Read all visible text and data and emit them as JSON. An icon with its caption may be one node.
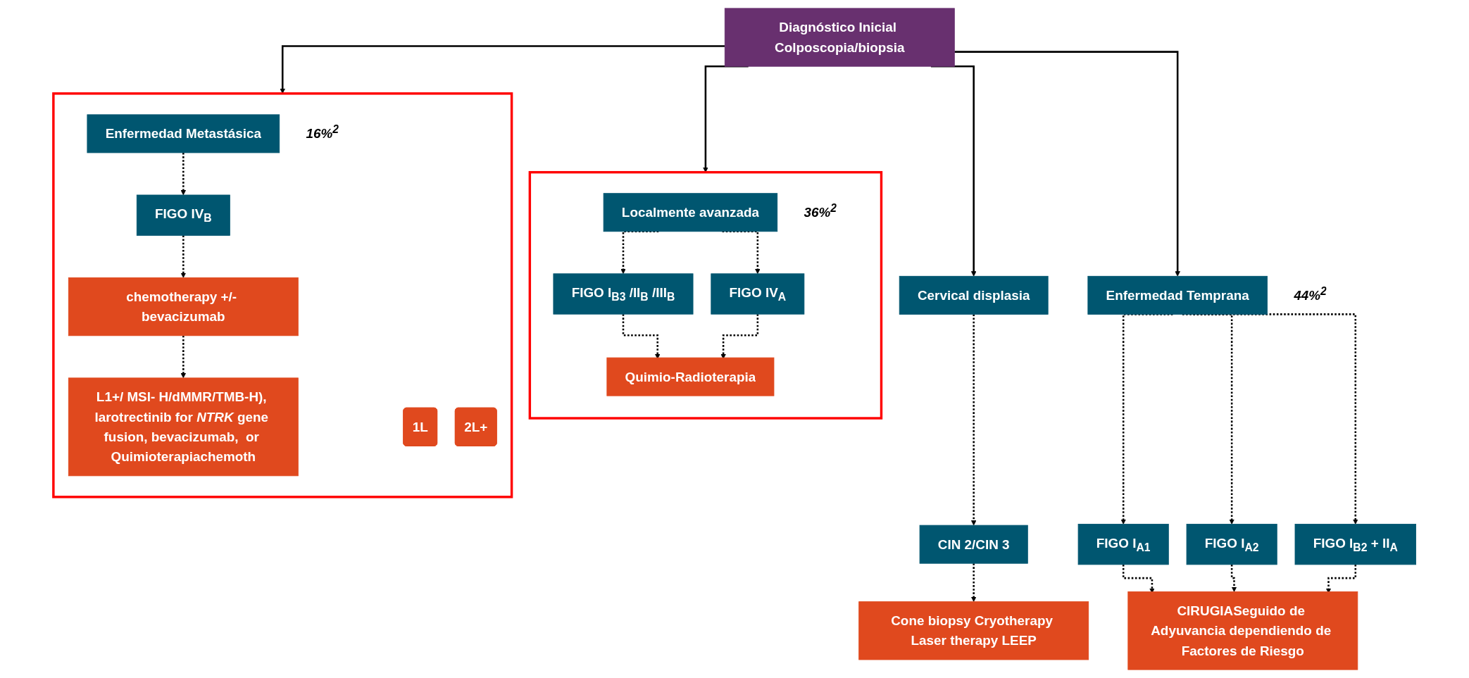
{
  "diagram": {
    "nodes": [
      {
        "text": [
          "Diagnóstico Inicial Colposcopia/biopsia"
        ]
      },
      {
        "text": [
          "Cervical displasia"
        ]
      },
      {
        "text": [
          "Enfermedad Temprana"
        ],
        "beside": [
          "*44%$^{2}$*"
        ]
      },
      {
        "text": [],
        "shape": "box"
      },
      {
        "text": [
          "Localmente avanzada"
        ],
        "in": 3,
        "beside": [
          "*36%$^{2}$*"
        ]
      },
      {
        "text": [],
        "shape": "box"
      },
      {
        "text": [
          "Enfermedad Metastásica"
        ],
        "in": 5,
        "beside": [
          "*16%$^{2}$*"
        ]
      },
      {
        "text": [
          "CIN 2/CIN 3"
        ]
      },
      {
        "text": [
          "FIGO I$_{A1}$"
        ]
      },
      {
        "text": [
          "FIGO I$_{A2}$"
        ]
      },
      {
        "text": [
          "FIGO I$_{B2}$ + II$_{A}$"
        ]
      },
      {
        "text": [
          "FIGO I$_{B3}$ /II$_{B}$ /III$_{B}$"
        ],
        "in": 3
      },
      {
        "text": [
          "FIGO IV$_{A}$"
        ],
        "in": 3
      },
      {
        "text": [
          "FIGO IV$_{B}$"
        ],
        "in": 5
      },
      {
        "text": [
          "Cone biopsy Cryotherapy Laser therapy LEEP"
        ]
      },
      {
        "text": [
          "CIRUGIASeguido de Adyuvancia dependiendo de Factores de Riesgo"
        ]
      },
      {
        "text": [
          "Quimio-Radioterapia"
        ],
        "in": 3
      },
      {
        "text": [
          "chemotherapy +/- bevacizumab"
        ],
        "in": 5
      },
      {
        "text": [
          "1L"
        ],
        "in": 5
      },
      {
        "text": [
          "L1+/ MSI- H/dMMR/TMB-H), larotrectinib for *NTRK* gene fusion, bevacizumab,  or Quimioterapiachemoth"
        ],
        "in": 5
      },
      {
        "text": [
          "2L+"
        ],
        "in": 5
      }
    ],
    "edges": [
      {
        "from": 0,
        "to": 1,
        "arrow": "to"
      },
      {
        "from": 0,
        "to": 2,
        "arrow": "to"
      },
      {
        "from": 0,
        "to": 3,
        "arrow": "to"
      },
      {
        "from": 0,
        "to": 5,
        "arrow": "to"
      },
      {
        "from": 1,
        "to": 7,
        "arrow": "to",
        "style": "dashed"
      },
      {
        "from": 2,
        "to": 8,
        "arrow": "to",
        "style": "dashed"
      },
      {
        "from": 2,
        "to": 9,
        "arrow": "to",
        "style": "dashed"
      },
      {
        "from": 2,
        "to": 10,
        "arrow": "to",
        "style": "dashed"
      },
      {
        "from": 4,
        "to": 11,
        "arrow": "to",
        "style": "dashed"
      },
      {
        "from": 4,
        "to": 12,
        "arrow": "to",
        "style": "dashed"
      },
      {
        "from": 6,
        "to": 13,
        "arrow": "to",
        "style": "dashed"
      },
      {
        "from": 7,
        "to": 14,
        "arrow": "to",
        "style": "dashed"
      },
      {
        "from": 8,
        "to": 15,
        "arrow": "to",
        "style": "dashed"
      },
      {
        "from": 9,
        "to": 15,
        "arrow": "to",
        "style": "dashed"
      },
      {
        "from": 10,
        "to": 15,
        "arrow": "to",
        "style": "dashed"
      },
      {
        "from": 11,
        "to": 16,
        "arrow": "to",
        "style": "dashed"
      },
      {
        "from": 12,
        "to": 16,
        "arrow": "to",
        "style": "dashed"
      },
      {
        "from": 13,
        "to": 17,
        "arrow": "to",
        "style": "dashed"
      },
      {
        "from": 17,
        "to": 19,
        "arrow": "to",
        "style": "dashed"
      }
    ]
  }
}
